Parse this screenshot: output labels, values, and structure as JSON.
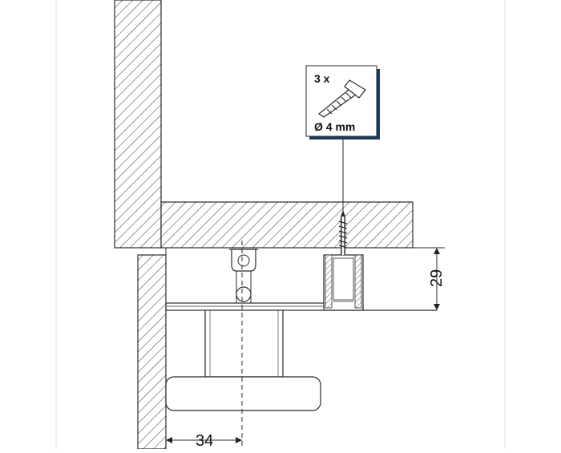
{
  "screw_label": {
    "quantity": "3 x",
    "diameter": "Ø 4 mm",
    "border_color": "#1d3a5c"
  },
  "dimensions": {
    "height": "29",
    "width": "34"
  },
  "colors": {
    "line": "#2a2a2a",
    "hatch": "#333333",
    "guide": "#cfcfcf"
  }
}
